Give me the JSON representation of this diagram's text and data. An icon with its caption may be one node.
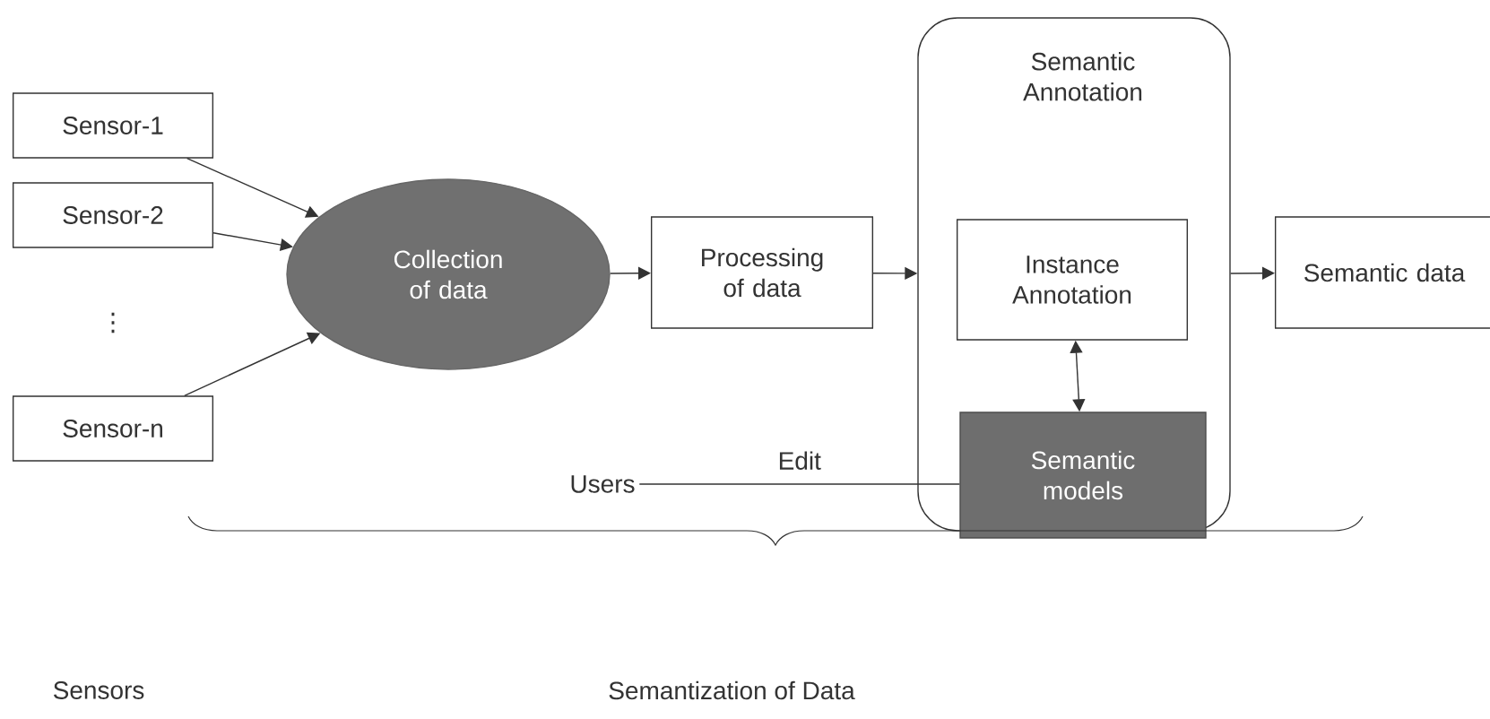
{
  "diagram": {
    "nodes": [
      {
        "text": [
          "Sensor-1"
        ]
      },
      {
        "text": [
          "Sensor-2"
        ]
      },
      {
        "text": [
          "Sensor-n"
        ]
      },
      {
        "text": [
          "Collection of data"
        ]
      },
      {
        "text": [
          "Processing of data"
        ]
      },
      {
        "text": [
          "Semantic Annotation"
        ]
      },
      {
        "text": [
          "Instance Annotation"
        ],
        "in": 5
      },
      {
        "text": [
          "Semantic models"
        ],
        "in": 5
      },
      {
        "text": [
          "Semantic data"
        ]
      },
      {
        "text": [
          "Users"
        ]
      }
    ],
    "edges": [
      {
        "from": 0,
        "to": 3,
        "arrow": "to"
      },
      {
        "from": 1,
        "to": 3,
        "arrow": "to"
      },
      {
        "from": 2,
        "to": 3,
        "arrow": "to"
      },
      {
        "from": 3,
        "to": 4,
        "arrow": "to"
      },
      {
        "from": 4,
        "to": 5,
        "arrow": "to"
      },
      {
        "from": 5,
        "to": 8,
        "arrow": "to"
      },
      {
        "from": 6,
        "to": 7,
        "arrow": "both"
      },
      {
        "from": 9,
        "to": 7,
        "arrow": "none",
        "label": "Edit"
      }
    ],
    "labels": [
      "⋮",
      "Sensors",
      "Semantization of Data"
    ]
  }
}
